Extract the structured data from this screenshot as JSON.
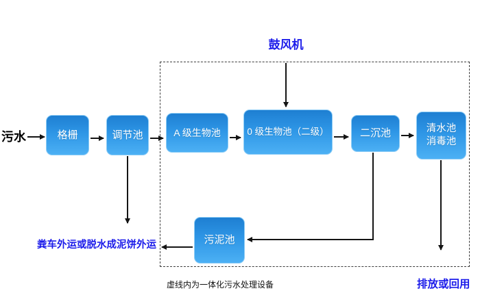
{
  "diagram": {
    "title_hidden": "",
    "inflow_label": "污水",
    "blower_label": "鼓风机",
    "nodes": {
      "grid": "格栅",
      "regulation": "调节池",
      "a_bio": "A 级生物池",
      "o_bio": "0 级生物池（二级）",
      "secondary_sed": "二沉池",
      "clear_water_line1": "清水池",
      "clear_water_line2": "消毒池",
      "sludge": "污泥池"
    },
    "outputs": {
      "sludge_out": "粪车外运或脱水成泥饼外运",
      "discharge": "排放或回用"
    },
    "caption": "虚线内为一体化污水处理设备",
    "colors": {
      "node_fill_top": "#1e7fd2",
      "node_fill_bottom": "#4cb0f4",
      "node_border": "#8ecdf6",
      "node_text": "#ffffff",
      "label_blue": "#1c1cea",
      "label_black": "#000000",
      "arrow": "#141414",
      "dashed_border": "#3c3c3c",
      "background": "#ffffff"
    }
  }
}
